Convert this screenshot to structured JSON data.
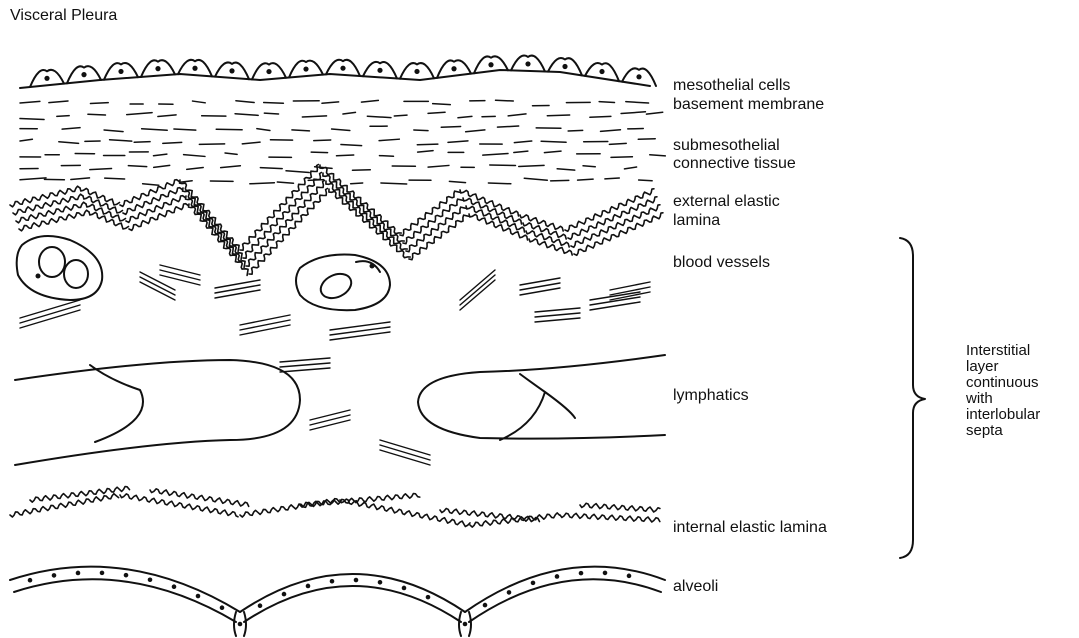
{
  "title": "Visceral Pleura",
  "labels": {
    "mesothelial_cells": "mesothelial cells",
    "basement_membrane": "basement membrane",
    "submesothelial_1": "submesothelial",
    "submesothelial_2": "connective tissue",
    "external_elastic_1": "external elastic",
    "external_elastic_2": "lamina",
    "blood_vessels": "blood vessels",
    "lymphatics": "lymphatics",
    "internal_elastic_lamina": "internal elastic lamina",
    "alveoli": "alveoli"
  },
  "bracket_label": [
    "Interstitial",
    "layer",
    "continuous",
    "with",
    "interlobular",
    "septa"
  ],
  "colors": {
    "ink": "#111111",
    "background": "#ffffff"
  }
}
